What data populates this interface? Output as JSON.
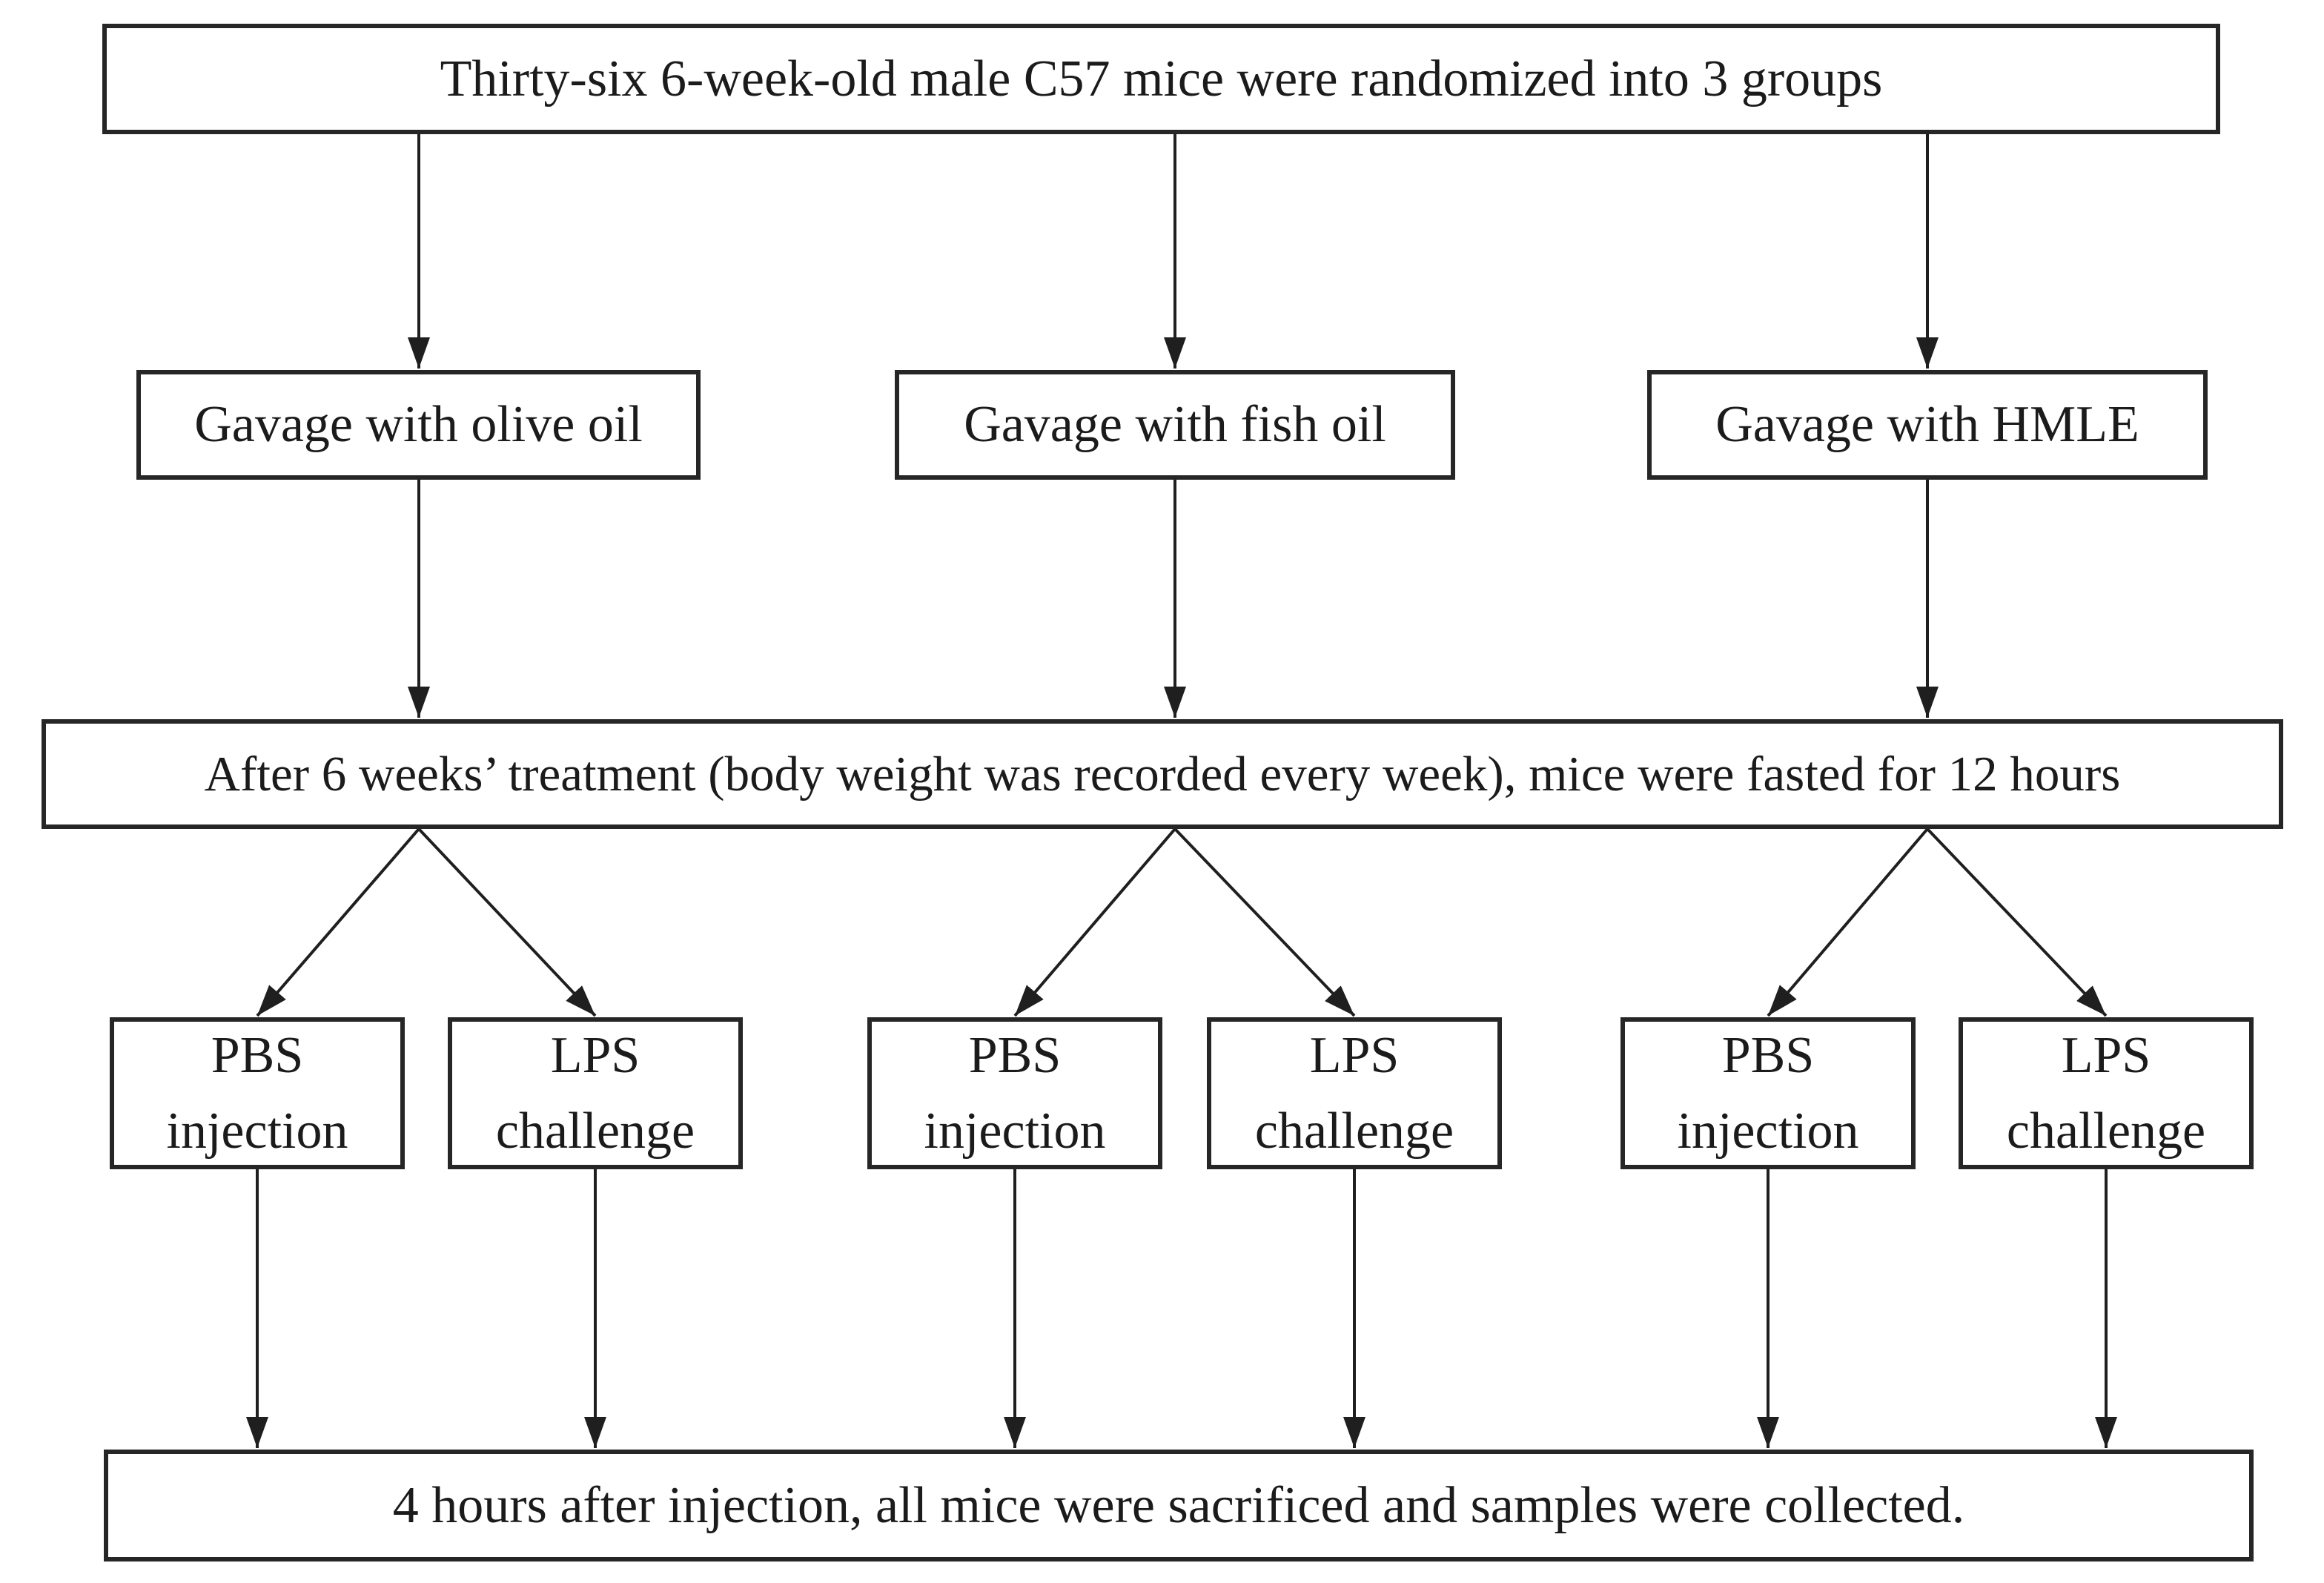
{
  "colors": {
    "ink": "#1f1f1f",
    "background": "#ffffff"
  },
  "flowchart": {
    "randomization": "Thirty-six 6-week-old male C57 mice were randomized into 3 groups",
    "groups": [
      {
        "gavage": "Gavage with olive oil",
        "pbs": "PBS injection",
        "lps": "LPS challenge"
      },
      {
        "gavage": "Gavage with fish oil",
        "pbs": "PBS injection",
        "lps": "LPS challenge"
      },
      {
        "gavage": "Gavage with HMLE",
        "pbs": "PBS injection",
        "lps": "LPS challenge"
      }
    ],
    "treatment_fasting": "After 6 weeks’ treatment (body weight was recorded every week), mice were fasted for 12 hours",
    "endpoint": "4 hours after injection, all mice were sacrificed and samples were collected."
  }
}
